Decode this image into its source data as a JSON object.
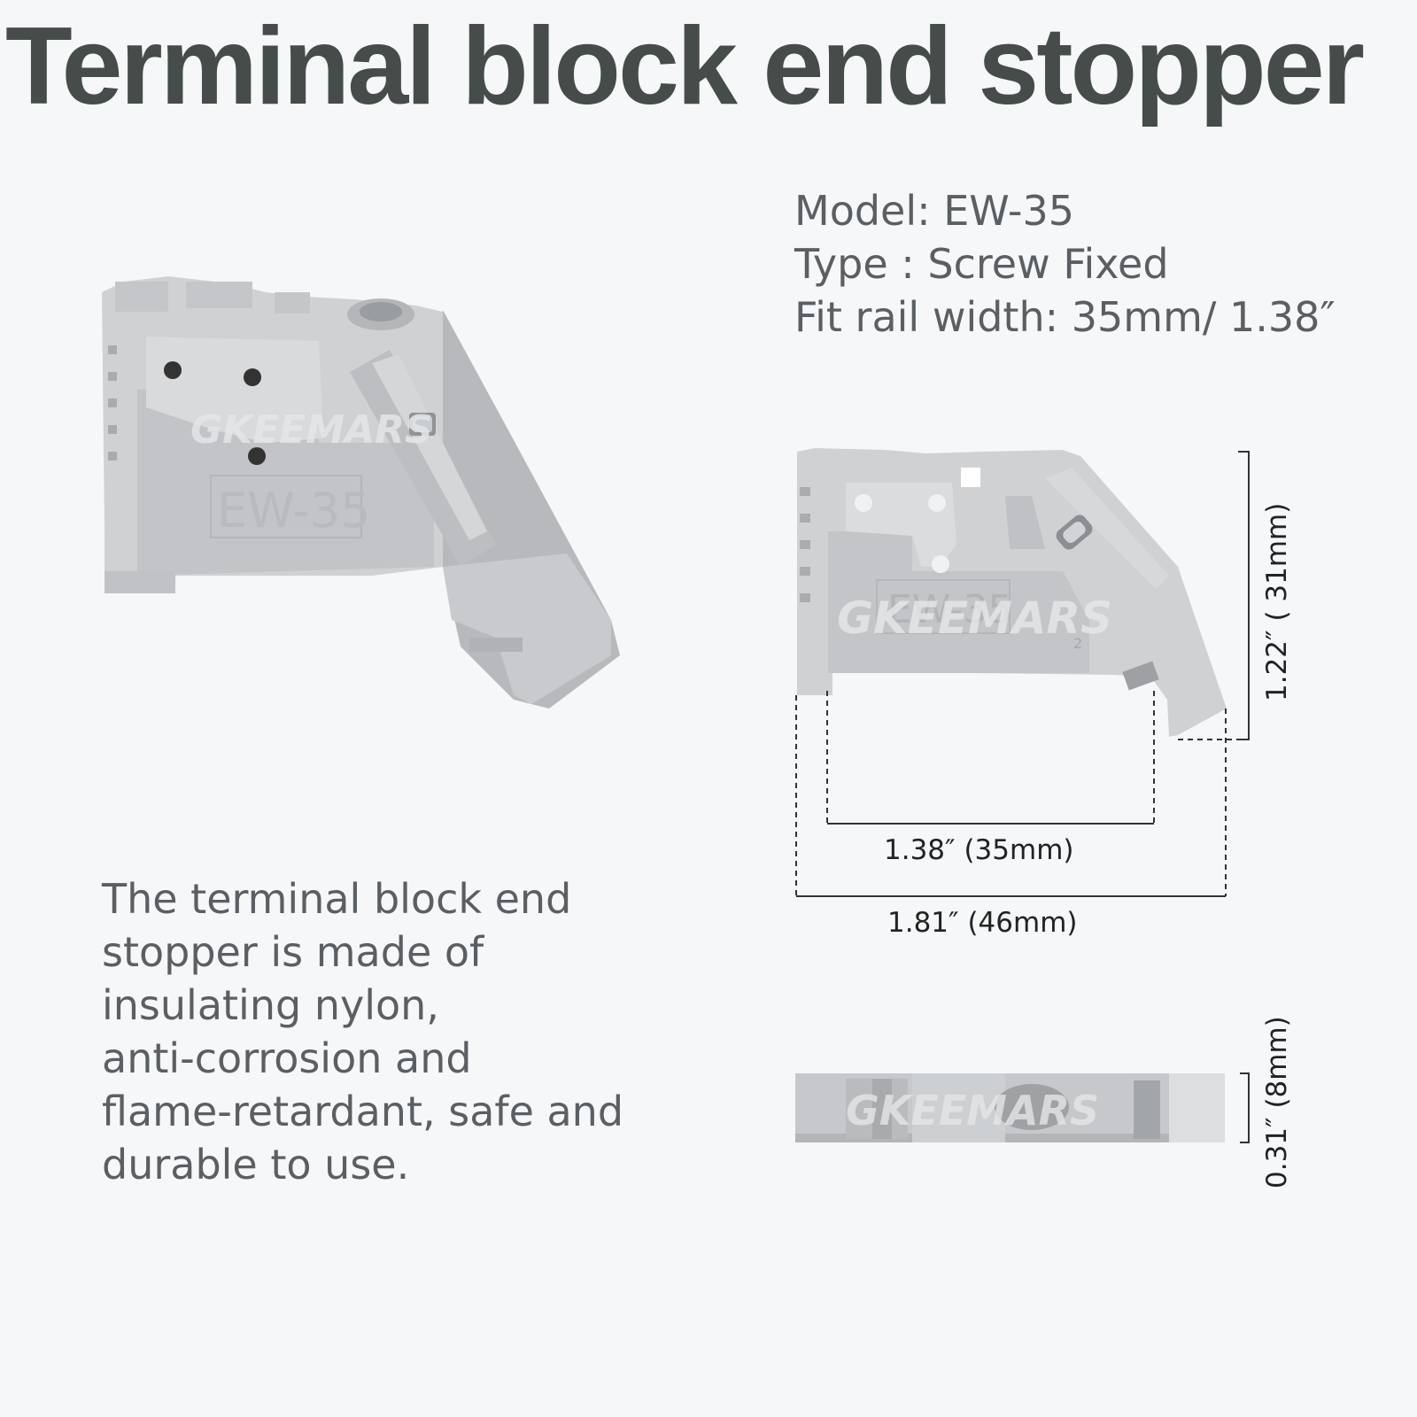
{
  "title": "Terminal block end stopper",
  "specs": {
    "model": "Model: EW-35",
    "type": "Type : Screw Fixed",
    "rail": "Fit rail width: 35mm/ 1.38″"
  },
  "description": {
    "lines": [
      "The terminal block end",
      "stopper is made of",
      "insulating nylon,",
      "anti-corrosion and",
      "flame-retardant, safe and",
      "durable to use."
    ]
  },
  "dimensions": {
    "inner_width": "1.38″ (35mm)",
    "outer_width": "1.81″ (46mm)",
    "height": "1.22″ ( 31mm)",
    "thickness": "0.31″ (8mm)"
  },
  "product": {
    "model_marking": "EW-35",
    "watermark": "GKEEMARS",
    "mold_number": "2",
    "body_color": "#cfd1d3"
  }
}
